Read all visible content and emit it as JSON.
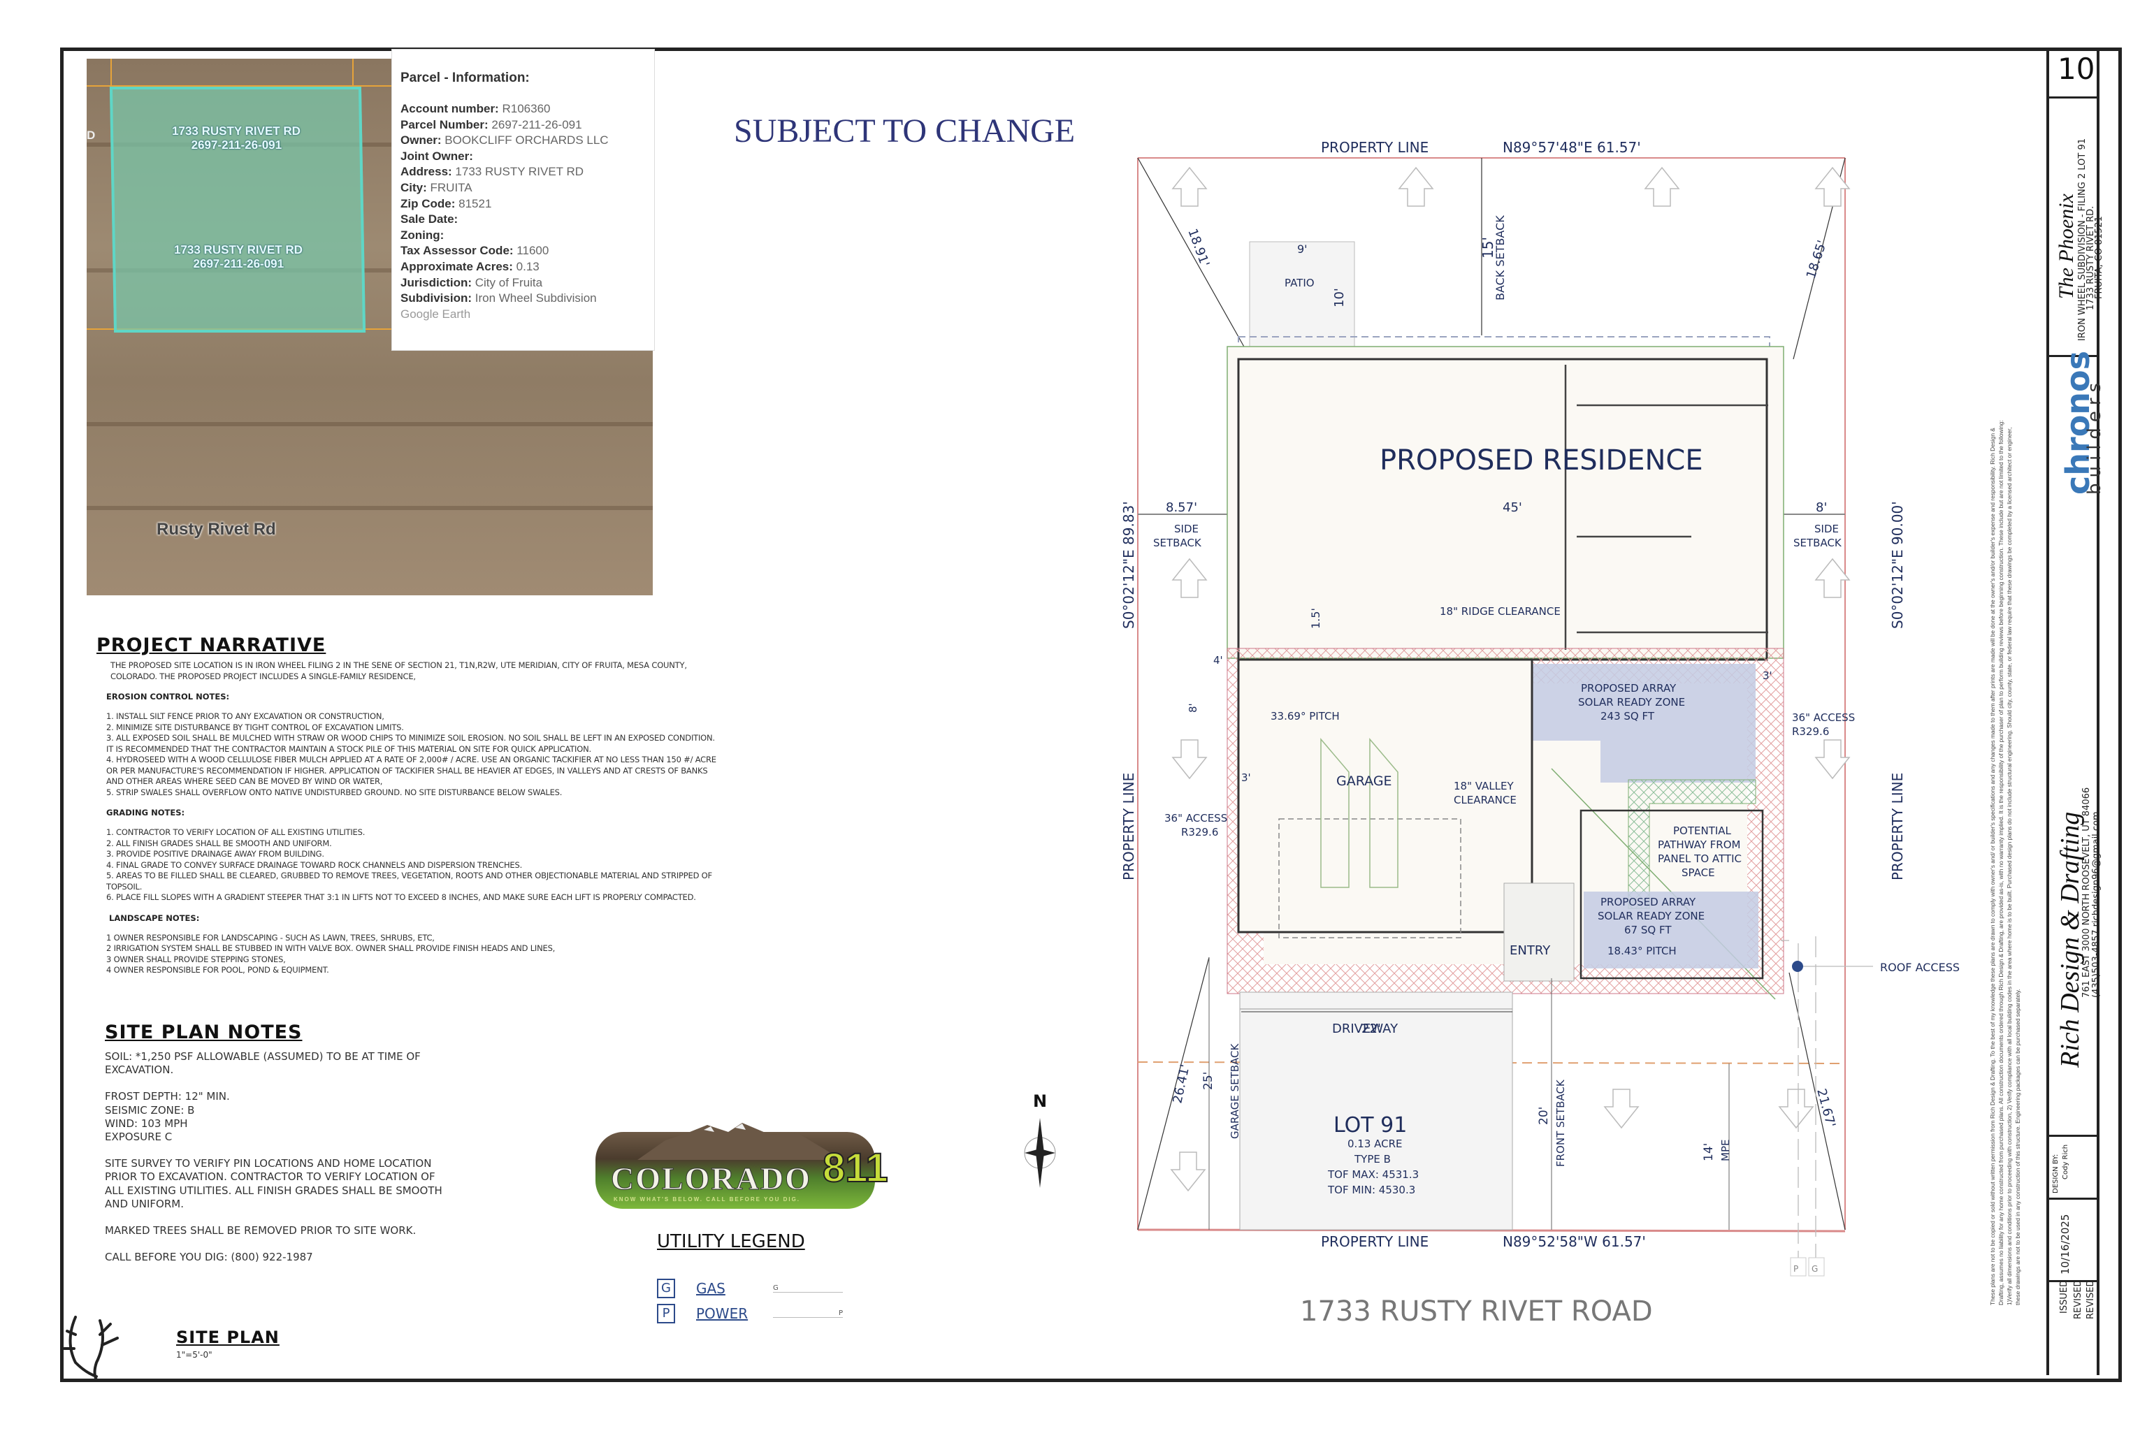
{
  "sheet": {
    "header_stamp": "SUBJECT TO CHANGE",
    "sheet_number": "10",
    "road_title": "1733 RUSTY RIVET ROAD"
  },
  "map": {
    "parcel_labels": [
      {
        "line1": "1733 RUSTY RIVET RD",
        "line2": "2697-211-26-091"
      },
      {
        "line1": "1733 RUSTY RIVET RD",
        "line2": "2697-211-26-091"
      }
    ],
    "road_label": "Rusty Rivet Rd",
    "edge_label": "D",
    "partial_label": "2697-211-26-091"
  },
  "parcel_info": {
    "title": "Parcel - Information:",
    "rows": [
      {
        "label": "Account number:",
        "value": "R106360"
      },
      {
        "label": "Parcel Number:",
        "value": "2697-211-26-091"
      },
      {
        "label": "Owner:",
        "value": "BOOKCLIFF ORCHARDS LLC"
      },
      {
        "label": "Joint Owner:",
        "value": ""
      },
      {
        "label": "Address:",
        "value": "1733 RUSTY RIVET RD"
      },
      {
        "label": "City:",
        "value": "FRUITA"
      },
      {
        "label": "Zip Code:",
        "value": "81521"
      },
      {
        "label": "Sale Date:",
        "value": ""
      },
      {
        "label": "Zoning:",
        "value": ""
      },
      {
        "label": "Tax Assessor Code:",
        "value": "11600"
      },
      {
        "label": "Approximate Acres:",
        "value": "0.13"
      },
      {
        "label": "Jurisdiction:",
        "value": "City of Fruita"
      },
      {
        "label": "Subdivision:",
        "value": "Iron Wheel Subdivision"
      }
    ],
    "source": "Google Earth"
  },
  "narrative": {
    "title": "PROJECT NARRATIVE",
    "body": "THE PROPOSED SITE LOCATION IS IN IRON WHEEL FILING 2 IN THE SENE OF SECTION 21, T1N,R2W, UTE MERIDIAN, CITY OF FRUITA, MESA COUNTY, COLORADO. THE PROPOSED PROJECT INCLUDES A SINGLE-FAMILY RESIDENCE,",
    "erosion_title": "EROSION CONTROL NOTES:",
    "erosion": [
      "1. INSTALL SILT FENCE PRIOR TO ANY EXCAVATION OR CONSTRUCTION,",
      "2. MINIMIZE SITE DISTURBANCE BY TIGHT CONTROL OF EXCAVATION LIMITS.",
      "3. ALL EXPOSED SOIL SHALL BE MULCHED WITH STRAW OR WOOD CHIPS TO MINIMIZE SOIL EROSION. NO SOIL SHALL BE LEFT IN AN EXPOSED CONDITION. IT IS RECOMMENDED THAT THE CONTRACTOR MAINTAIN A STOCK PILE OF THIS MATERIAL ON SITE FOR QUICK APPLICATION.",
      "4. HYDROSEED WITH A WOOD CELLULOSE FIBER MULCH APPLIED AT A RATE OF 2,000# / ACRE. USE AN ORGANIC TACKIFIER AT NO LESS THAN 150 #/ ACRE OR PER MANUFACTURE'S RECOMMENDATION IF HIGHER. APPLICATION OF TACKIFIER SHALL BE HEAVIER AT EDGES, IN VALLEYS AND AT CRESTS OF BANKS AND OTHER AREAS WHERE SEED CAN BE MOVED BY WIND OR WATER,",
      "5. STRIP SWALES SHALL OVERFLOW ONTO NATIVE UNDISTURBED GROUND. NO SITE DISTURBANCE BELOW SWALES."
    ],
    "grading_title": "GRADING NOTES:",
    "grading": [
      "1. CONTRACTOR TO VERIFY LOCATION OF ALL EXISTING UTILITIES.",
      "2. ALL FINISH GRADES SHALL BE SMOOTH AND UNIFORM.",
      "3. PROVIDE POSITIVE DRAINAGE AWAY FROM BUILDING.",
      "4. FINAL GRADE TO CONVEY SURFACE DRAINAGE TOWARD ROCK CHANNELS AND DISPERSION TRENCHES.",
      "5. AREAS TO BE FILLED SHALL BE CLEARED, GRUBBED TO REMOVE TREES, VEGETATION, ROOTS AND OTHER OBJECTIONABLE MATERIAL AND STRIPPED OF TOPSOIL.",
      "6. PLACE FILL SLOPES WITH A GRADIENT STEEPER THAT 3:1 IN LIFTS NOT TO EXCEED 8 INCHES, AND MAKE SURE EACH LIFT IS PROPERLY COMPACTED."
    ],
    "landscape_title": "LANDSCAPE NOTES:",
    "landscape": [
      "1 OWNER RESPONSIBLE FOR LANDSCAPING - SUCH AS LAWN, TREES, SHRUBS, ETC,",
      "2 IRRIGATION SYSTEM SHALL BE STUBBED IN WITH VALVE BOX.  OWNER SHALL PROVIDE FINISH HEADS AND LINES,",
      "3 OWNER SHALL PROVIDE STEPPING STONES,",
      "4 OWNER RESPONSIBLE FOR POOL, POND & EQUIPMENT."
    ]
  },
  "site_notes": {
    "title": "SITE PLAN NOTES",
    "lines": [
      "SOIL: *1,250 PSF ALLOWABLE (ASSUMED) TO BE AT TIME OF",
      "EXCAVATION.",
      "",
      "FROST DEPTH: 12\" MIN.",
      "SEISMIC ZONE: B",
      "WIND: 103 MPH",
      "EXPOSURE C",
      "",
      "SITE SURVEY TO VERIFY PIN LOCATIONS AND HOME LOCATION",
      "PRIOR TO EXCAVATION. CONTRACTOR TO VERIFY LOCATION OF",
      "ALL EXISTING UTILITIES. ALL FINISH GRADES SHALL BE SMOOTH",
      "AND UNIFORM.",
      "",
      "MARKED TREES SHALL BE REMOVED PRIOR TO SITE WORK.",
      "",
      "CALL BEFORE YOU DIG: (800) 922-1987"
    ]
  },
  "site_plan_label": {
    "title": "SITE PLAN",
    "scale": "1\"=5'-0\""
  },
  "colorado811": {
    "name": "COLORADO",
    "number": "811",
    "tagline": "KNOW WHAT'S BELOW. CALL BEFORE YOU DIG."
  },
  "utility_legend": {
    "title": "UTILITY LEGEND",
    "items": [
      {
        "symbol": "G",
        "label": "GAS",
        "line_code": "G"
      },
      {
        "symbol": "P",
        "label": "POWER",
        "line_code": "P"
      }
    ]
  },
  "plan": {
    "property_line_top": "PROPERTY LINE",
    "bearing_top": "N89°57'48\"E   61.57'",
    "property_line_bottom": "PROPERTY LINE",
    "bearing_bottom": "N89°52'58\"W   61.57'",
    "property_line_left": "PROPERTY LINE",
    "property_line_right": "PROPERTY LINE",
    "bearing_left": "S0°02'12\"E  89.83'",
    "bearing_right": "S0°02'12\"E  90.00'",
    "dims": {
      "nw_diag": "18.91'",
      "ne_diag": "18.65'",
      "sw_diag": "26.41'",
      "se_diag": "21.67'",
      "back_setback_val": "15'",
      "back_setback_lbl": "BACK SETBACK",
      "patio_w": "9'",
      "patio_d": "10'",
      "patio_lbl": "PATIO",
      "side_left_val": "8.57'",
      "side_right_val": "8'",
      "side_lbl_1": "SIDE",
      "side_lbl_2": "SETBACK",
      "width_45": "45'",
      "ridge_15": "1.5'",
      "ridge_lbl": "18\" RIDGE CLEARANCE",
      "d4": "4'",
      "d8": "8'",
      "d3_left": "3'",
      "d3_right": "3'",
      "access_left_1": "36\" ACCESS",
      "access_left_2": "R329.6",
      "access_right_1": "36\" ACCESS",
      "access_right_2": "R329.6",
      "driveway_w": "22'",
      "driveway_lbl": "DRIVEWAY",
      "garage_setback_val": "25'",
      "garage_setback_lbl": "GARAGE SETBACK",
      "front_setback_val": "20'",
      "front_setback_lbl": "FRONT SETBACK",
      "mpe_val": "14'",
      "mpe_lbl": "MPE"
    },
    "rooms": {
      "residence": "PROPOSED RESIDENCE",
      "garage": "GARAGE",
      "garage_pitch": "33.69° PITCH",
      "valley_1": "18\"  VALLEY",
      "valley_2": "CLEARANCE",
      "entry": "ENTRY",
      "array1_1": "PROPOSED ARRAY",
      "array1_2": "SOLAR READY ZONE",
      "array1_3": "243 SQ FT",
      "array2_1": "PROPOSED ARRAY",
      "array2_2": "SOLAR READY ZONE",
      "array2_3": "67 SQ FT",
      "array2_pitch": "18.43° PITCH",
      "pathway_1": "POTENTIAL",
      "pathway_2": "PATHWAY FROM",
      "pathway_3": "PANEL TO ATTIC",
      "pathway_4": "SPACE",
      "roof_access": "ROOF ACCESS"
    },
    "lot": {
      "title": "LOT 91",
      "acre": "0.13 ACRE",
      "type": "TYPE B",
      "tof_max": "TOF MAX: 4531.3",
      "tof_min": "TOF MIN:  4530.3"
    },
    "north": "N",
    "utility_tags": [
      "P",
      "G"
    ]
  },
  "title_block": {
    "project_name": "The Phoenix",
    "project_line1": "IRON WHEEL SUBDIVISION - FILING 2 LOT 91",
    "project_line2": "1733 RUSTY RIVET RD.",
    "project_line3": "FRUITA, CO 81521",
    "builder_logo_1": "chronos",
    "builder_logo_2": "builders",
    "designer_name": "Rich Design & Drafting",
    "designer_address": "761 EAST 3000 NORTH ROOSEVELT, UT 84066",
    "designer_contact": "(435)503-4857 richdesign96@gmail.com",
    "design_by_label": "DESIGN BY:",
    "design_by": "Cody Rich",
    "issued_label": "ISSUED",
    "issued_date": "10/16/2025",
    "revised_label_1": "REVISED",
    "revised_label_2": "REVISED",
    "disclaimer_1": "These plans are not to be copied or sold without written permission from Rich Design & Drafting. To the best of my knowledge these plans are drawn to comply with owner's and/ or builder's specifications and any changes made to them after prints are made will be done at the owner's and/or builder's expense and responsibility.  Rich Design &",
    "disclaimer_2": "Drafting, assumes no liability for any home constructed from purchased plans.  All construction documents ordered through Rich Design & Drafting, are provided as-is, with no warranty implied.  It is the responsibility of the purchaser of plan to perform building reviews before beginning construction.  These include but are not limited to the following:",
    "disclaimer_3": "1)Verify all dimensions and conditions prior to proceeding with construction, 2) Verify compliance with all local building codes in the area where home is to be built. Purchased design plans do not include structural engineering.  Should city, county, state, or federal law require that these drawings be completed by a licensed architect or engineer,",
    "disclaimer_4": "these drawings are not to be used in any construction of this structure. Engineering packages can be purchased separately."
  },
  "colors": {
    "ink_blue": "#1f2d5c",
    "property_line": "#d98a8a",
    "solar_zone": "#b8c3e0",
    "hatch": "#e3a0a0",
    "parcel_fill": "#7cc8ae"
  }
}
